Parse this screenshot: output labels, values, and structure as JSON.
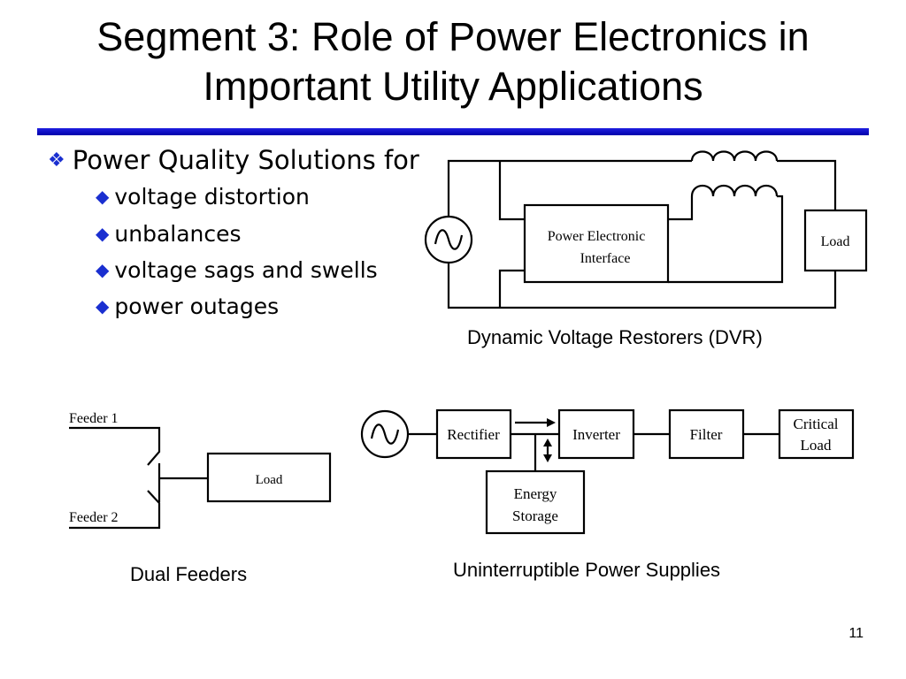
{
  "slide": {
    "title_line1": "Segment 3: Role of Power Electronics in",
    "title_line2": "Important Utility Applications",
    "main_bullet": "Power Quality Solutions for",
    "sub_bullets": [
      "voltage distortion",
      "unbalances",
      "voltage sags and swells",
      "power outages"
    ],
    "page_number": "11"
  },
  "dvr": {
    "pe_line1": "Power Electronic",
    "pe_line2": "Interface",
    "load": "Load",
    "caption": "Dynamic Voltage Restorers (DVR)"
  },
  "dual": {
    "feeder1": "Feeder 1",
    "feeder2": "Feeder 2",
    "load": "Load",
    "caption": "Dual Feeders"
  },
  "ups": {
    "rectifier": "Rectifier",
    "inverter": "Inverter",
    "filter": "Filter",
    "critical_line1": "Critical",
    "critical_line2": "Load",
    "energy_line1": "Energy",
    "energy_line2": "Storage",
    "caption": "Uninterruptible Power Supplies"
  },
  "colors": {
    "accent_blue": "#1a2fd0",
    "rule_blue": "#0000cc"
  }
}
